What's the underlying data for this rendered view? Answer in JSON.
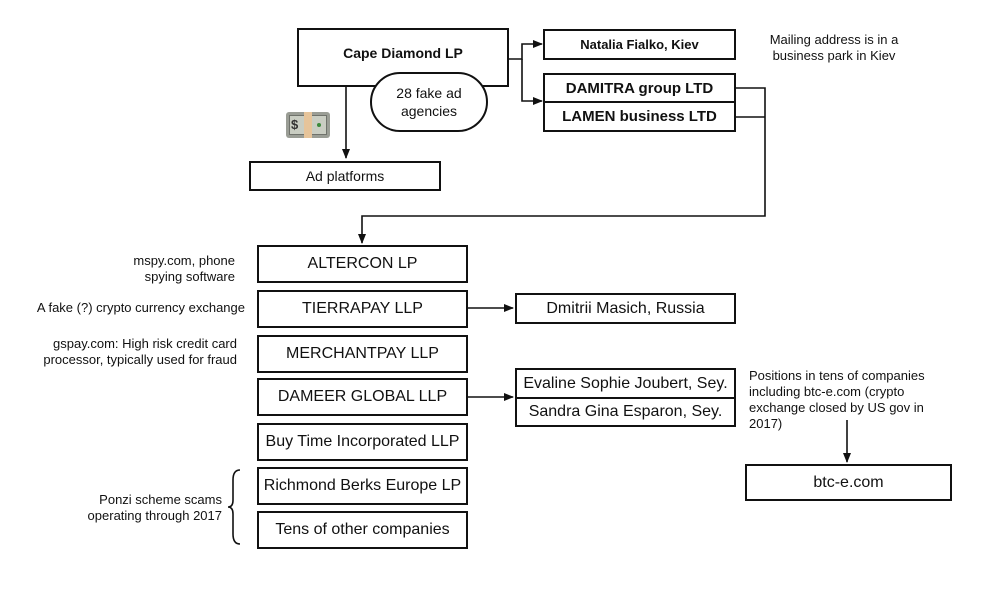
{
  "nodes": {
    "cape_diamond": "Cape Diamond LP",
    "fake_agencies": "28 fake ad agencies",
    "ad_platforms": "Ad platforms",
    "natalia": "Natalia Fialko, Kiev",
    "damitra": "DAMITRA group LTD",
    "lamen": "LAMEN business LTD",
    "altercon": "ALTERCON LP",
    "tierrapay": "TIERRAPAY LLP",
    "merchantpay": "MERCHANTPAY LLP",
    "dameer": "DAMEER GLOBAL LLP",
    "buytime": "Buy Time Incorporated LLP",
    "richmond": "Richmond Berks Europe LP",
    "tens_other": "Tens of other companies",
    "dmitrii": "Dmitrii Masich, Russia",
    "evaline": "Evaline Sophie Joubert, Sey.",
    "sandra": "Sandra Gina Esparon, Sey.",
    "btce": "btc-e.com"
  },
  "notes": {
    "mailing": "Mailing address is in a business park in Kiev",
    "mspy": "mspy.com, phone spying software",
    "crypto": "A fake (?) crypto currency exchange",
    "gspay": "gspay.com: High risk credit card processor, typically used for fraud",
    "positions": "Positions in tens of companies including btc-e.com (crypto exchange closed by US gov in 2017)",
    "ponzi": "Ponzi scheme scams operating through 2017"
  },
  "icons": {
    "money": "money-bag-icon",
    "dollar_glyph": "$"
  }
}
